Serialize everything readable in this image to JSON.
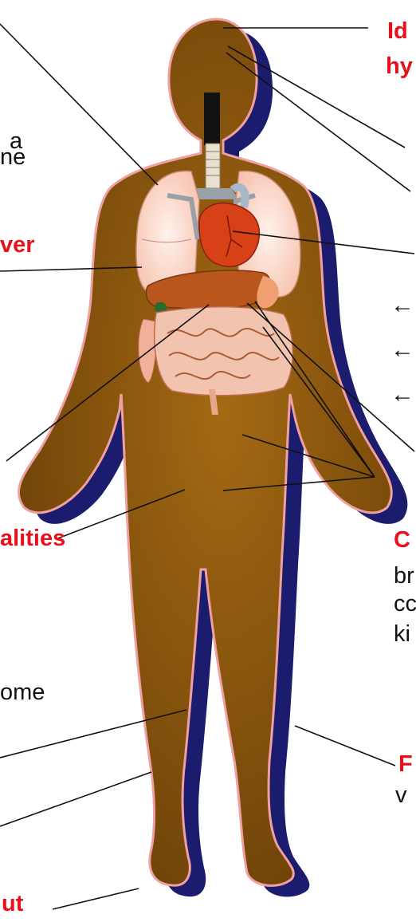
{
  "colors": {
    "body_fill": "#7a4a0a",
    "body_center": "#a46a14",
    "outline": "#f0a0a0",
    "shadow": "#1c1c6e",
    "label_red": "#e8101a",
    "label_black": "#111111"
  },
  "labels": {
    "top_right": [
      "Id",
      "hy"
    ],
    "left_mid_line1": "a",
    "left_mid_line2": "ne",
    "left_liver": "ver",
    "left_abnormalities": "alities",
    "left_lower": "ome",
    "bottom_left": "ut",
    "right_c": "C",
    "right_lines": [
      "br",
      "cc",
      "ki"
    ],
    "right_f": "F",
    "right_v": "v",
    "arrows": [
      "←",
      "←",
      "←"
    ]
  },
  "icons": [
    "heart-icon",
    "lungs-icon",
    "liver-icon",
    "intestines-icon",
    "trachea-icon"
  ]
}
